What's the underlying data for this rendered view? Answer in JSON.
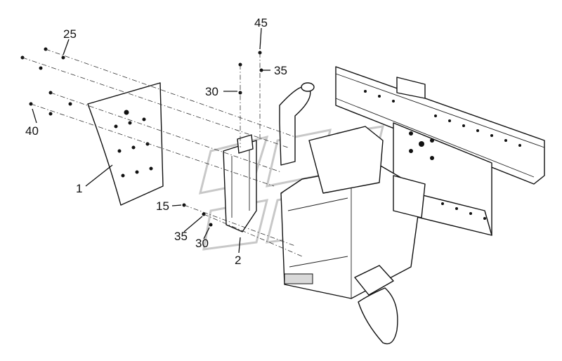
{
  "diagram": {
    "callouts": [
      {
        "id": "c25",
        "label": "25"
      },
      {
        "id": "c45",
        "label": "45"
      },
      {
        "id": "c35a",
        "label": "35"
      },
      {
        "id": "c30a",
        "label": "30"
      },
      {
        "id": "c40",
        "label": "40"
      },
      {
        "id": "c1",
        "label": "1"
      },
      {
        "id": "c15",
        "label": "15"
      },
      {
        "id": "c35b",
        "label": "35"
      },
      {
        "id": "c30b",
        "label": "30"
      },
      {
        "id": "c2",
        "label": "2"
      }
    ]
  }
}
